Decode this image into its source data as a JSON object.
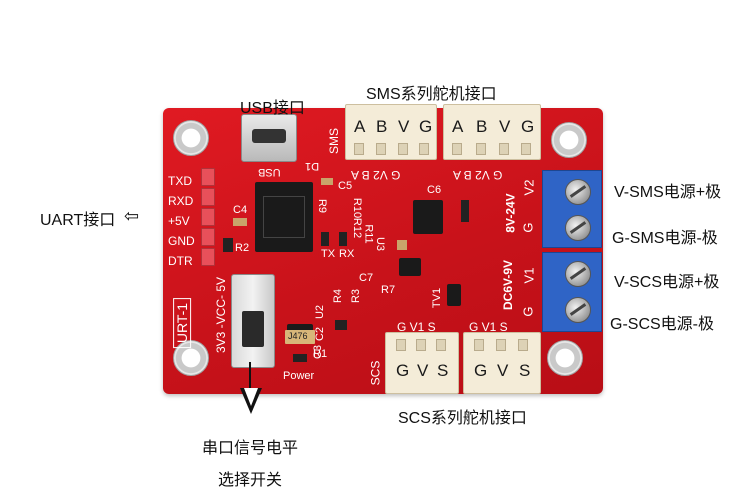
{
  "callouts": {
    "usb": "USB接口",
    "sms_connector": "SMS系列舵机接口",
    "uart": "UART接口",
    "v_sms": "V-SMS电源+极",
    "g_sms": "G-SMS电源-极",
    "v_scs": "V-SCS电源+极",
    "g_scs": "G-SCS电源-极",
    "scs_connector": "SCS系列舵机接口",
    "switch_line1": "串口信号电平",
    "switch_line2": "选择开关"
  },
  "board": {
    "sms_pins": [
      "A",
      "B",
      "V",
      "G"
    ],
    "scs_pins": [
      "G",
      "V",
      "S"
    ],
    "sms_label": "SMS",
    "scs_label": "SCS",
    "usb_label": "USB",
    "uart_pins": [
      "TXD",
      "RXD",
      "+5V",
      "GND",
      "DTR"
    ],
    "sms_silk": "G V2 B A",
    "scs_silk": "G V1 S",
    "voltage_sms": "8V-24V",
    "voltage_scs": "DC6V-9V",
    "term_sms": [
      "V2",
      "G"
    ],
    "term_scs": [
      "V1",
      "G"
    ],
    "switch_silk": "3V3 -VCC- 5V",
    "power_label": "Power",
    "model": "URT-1",
    "components": {
      "d1": "D1",
      "c5": "C5",
      "c4": "C4",
      "c6": "C6",
      "r2": "R2",
      "r9": "R9",
      "r10": "R10",
      "r12": "R12",
      "r11": "R11",
      "tx": "TX",
      "rx": "RX",
      "c7": "C7",
      "r7": "R7",
      "r4": "R4",
      "r3": "R3",
      "c2": "C2",
      "c3": "C3",
      "r1": "R1",
      "j476": "J476",
      "u2": "U2",
      "u3": "U3",
      "tv1": "TV1"
    }
  }
}
